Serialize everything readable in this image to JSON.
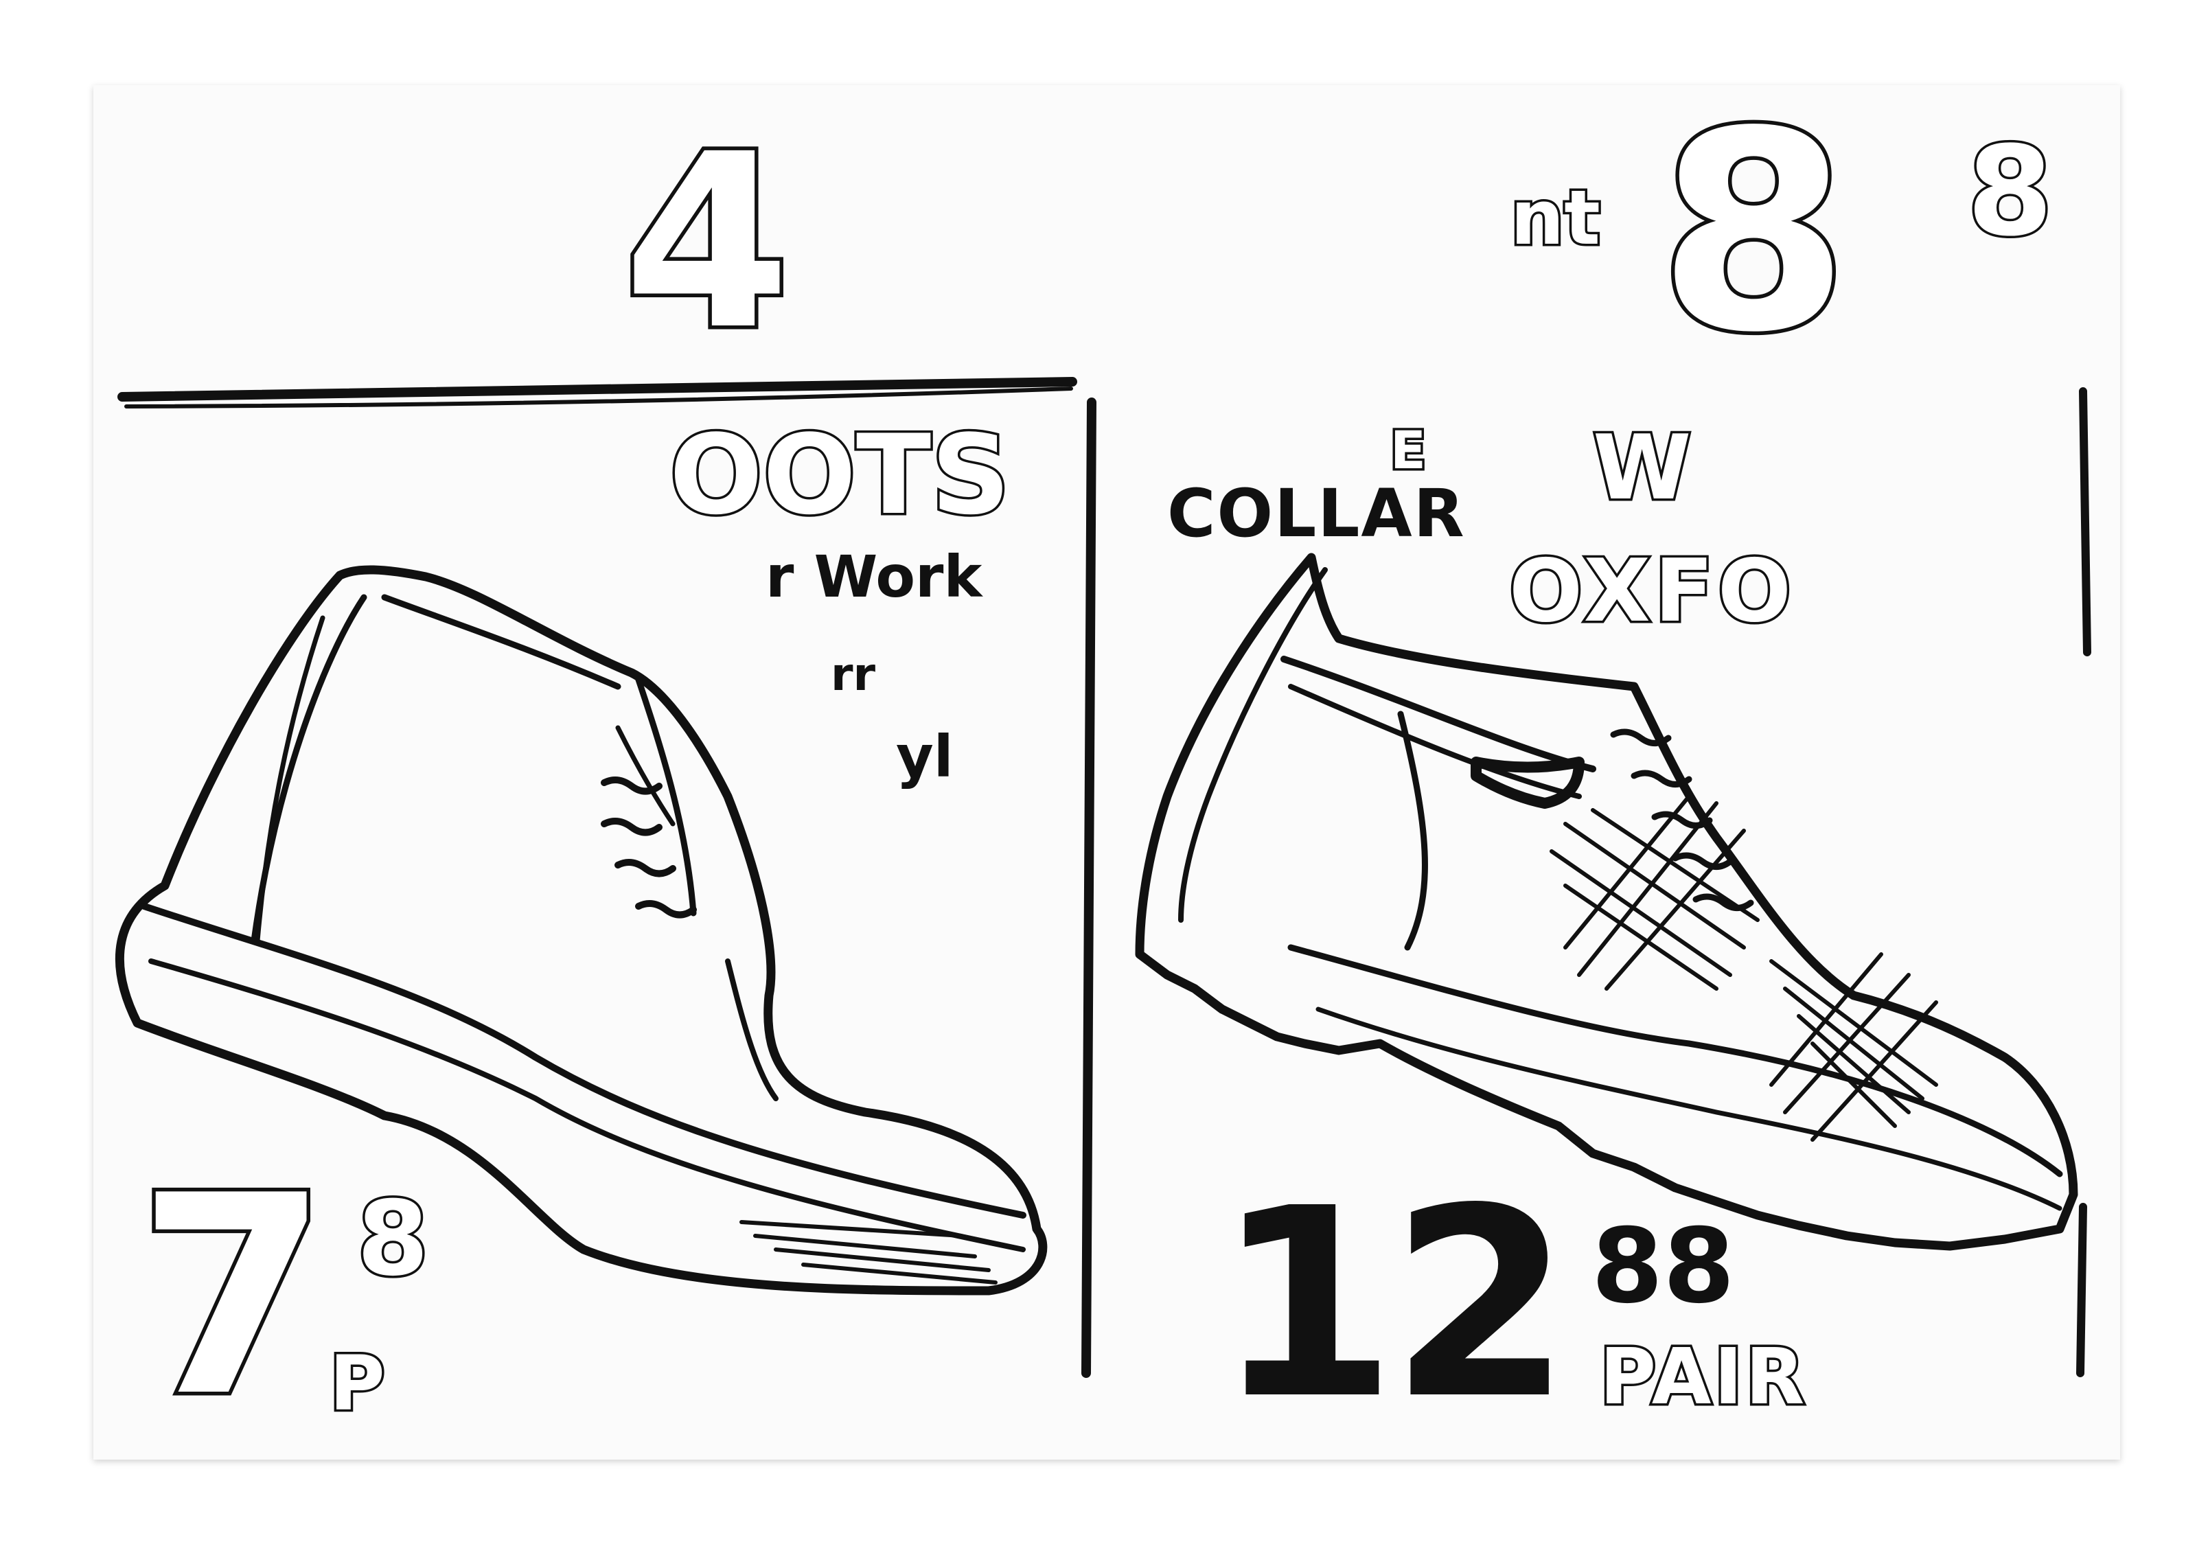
{
  "artwork": {
    "texts": {
      "num_4": "4",
      "nt": "nt",
      "num_8_large": "8",
      "num_8_small": "8",
      "oots": "OOTS",
      "r_work": "r Work",
      "rr": "rr",
      "yl": "yl",
      "e": "E",
      "collar": "COLLAR",
      "w": "W",
      "oxfo": "OXFO",
      "price_left_main": "7",
      "price_left_sup": "8",
      "price_left_p": "P",
      "price_right_main": "12",
      "price_right_cents": "88",
      "pair": "PAIR"
    },
    "icons": [
      "boot-drawing-icon",
      "oxford-shoe-drawing-icon"
    ],
    "colors": {
      "ink": "#111111",
      "paper": "#fbfbfb",
      "background": "#ffffff"
    }
  }
}
